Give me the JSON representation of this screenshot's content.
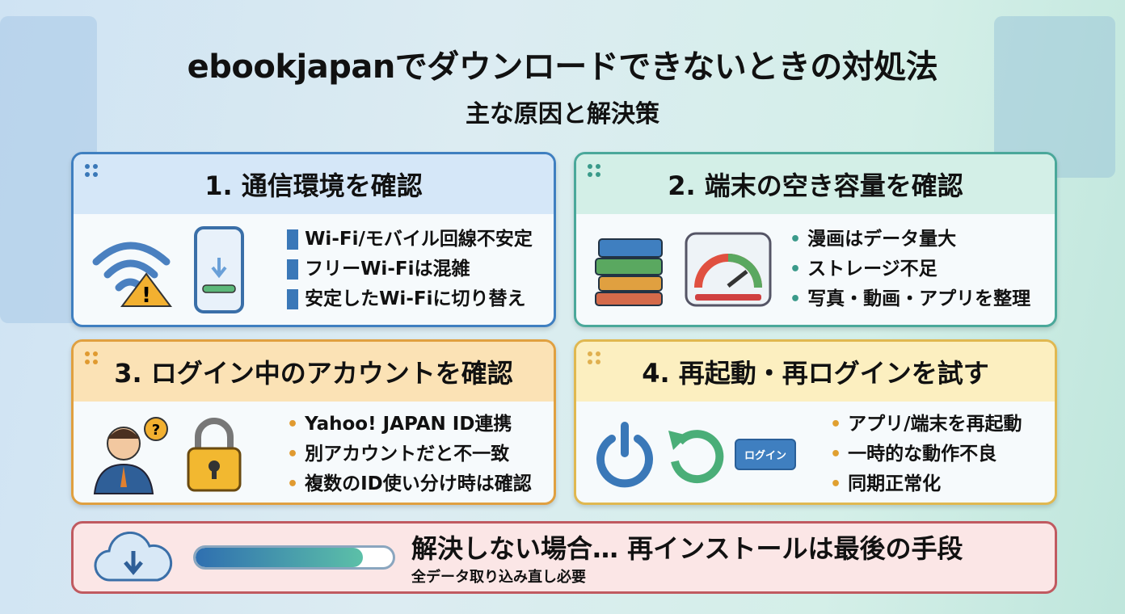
{
  "title": "ebookjapanでダウンロードできないときの対処法",
  "subtitle": "主な原因と解決策",
  "cards": [
    {
      "heading": "1. 通信環境を確認",
      "items": [
        "Wi-Fi/モバイル回線不安定",
        "フリーWi-Fiは混雑",
        "安定したWi-Fiに切り替え"
      ]
    },
    {
      "heading": "2. 端末の空き容量を確認",
      "items": [
        "漫画はデータ量大",
        "ストレージ不足",
        "写真・動画・アプリを整理"
      ]
    },
    {
      "heading": "3. ログイン中のアカウントを確認",
      "items": [
        "Yahoo! JAPAN ID連携",
        "別アカウントだと不一致",
        "複数のID使い分け時は確認"
      ]
    },
    {
      "heading": "4. 再起動・再ログインを試す",
      "items": [
        "アプリ/端末を再起動",
        "一時的な動作不良",
        "同期正常化"
      ],
      "login_label": "ログイン"
    }
  ],
  "bottom": {
    "main": "解決しない場合… 再インストールは最後の手段",
    "sub": "全データ取り込み直し必要",
    "progress": 0.85
  }
}
